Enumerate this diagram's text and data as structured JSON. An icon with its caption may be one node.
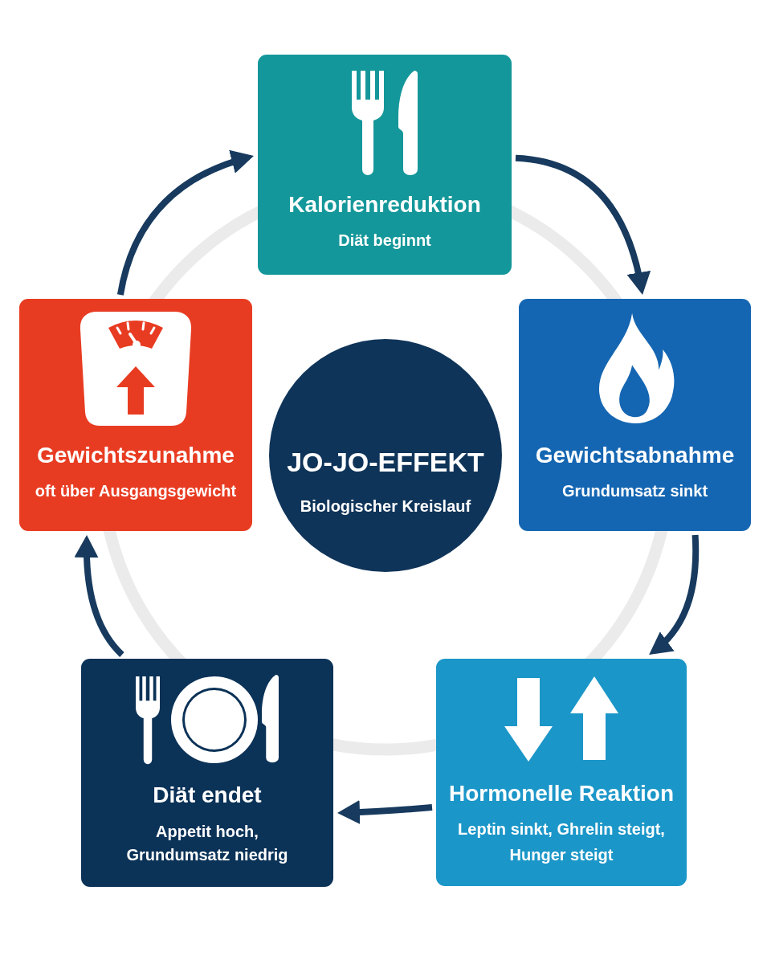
{
  "diagram": {
    "nodes": [
      {
        "text": [
          "Kalorienreduktion",
          "Diät beginnt"
        ]
      },
      {
        "text": [
          "Gewichtszunahme",
          "oft über Ausgangsgewicht"
        ]
      },
      {
        "text": [
          "JO-JO-EFFEKT",
          "Biologischer Kreislauf"
        ]
      },
      {
        "text": [
          "Gewichtsabnahme",
          "Grundumsatz sinkt"
        ]
      },
      {
        "text": [
          "Diät endet",
          "Appetit hoch, Grundumsatz niedrig"
        ]
      },
      {
        "text": [
          "Hormonelle Reaktion",
          "Leptin sinkt, Ghrelin steigt, Hunger steigt"
        ]
      }
    ],
    "edges": [
      {
        "from": 0,
        "to": 3,
        "arrow": "to"
      },
      {
        "from": 3,
        "to": 5,
        "arrow": "to"
      },
      {
        "from": 5,
        "to": 4,
        "arrow": "to"
      },
      {
        "from": 4,
        "to": 1,
        "arrow": "to"
      },
      {
        "from": 1,
        "to": 0,
        "arrow": "to"
      }
    ]
  }
}
